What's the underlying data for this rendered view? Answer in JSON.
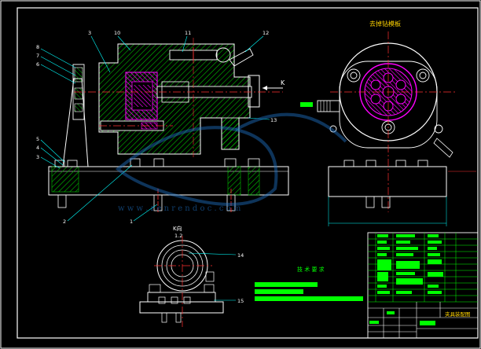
{
  "drawing": {
    "section_view_label": "K",
    "scale_view_label": "K向",
    "scale_ratio": "1.2",
    "plate_view_title": "去掉钻模板",
    "tech_requirements_title": "技 术 要 求",
    "title_block_name": "夹具装配图"
  },
  "balloons": {
    "top": [
      "3",
      "10",
      "11",
      "12"
    ],
    "left": [
      "8",
      "7",
      "6",
      "5",
      "4",
      "3"
    ],
    "right": [
      "13"
    ],
    "bottom": [
      "2",
      "1"
    ],
    "k_view": [
      "14",
      "15"
    ]
  },
  "watermark": {
    "site_text": "w w w . r e n r e n d o c . c o m"
  },
  "colors": {
    "background": "#000000",
    "frame": "#ffffff",
    "part_line": "#ffffff",
    "hatch_green": "#00c000",
    "hatch_magenta": "#ff00ff",
    "center_line": "#ff3030",
    "dimension": "#00ffff",
    "leader": "#00ffff",
    "text_yellow": "#ffd400",
    "table_green": "#00ff00",
    "watermark_blue": "#1e73c8"
  }
}
